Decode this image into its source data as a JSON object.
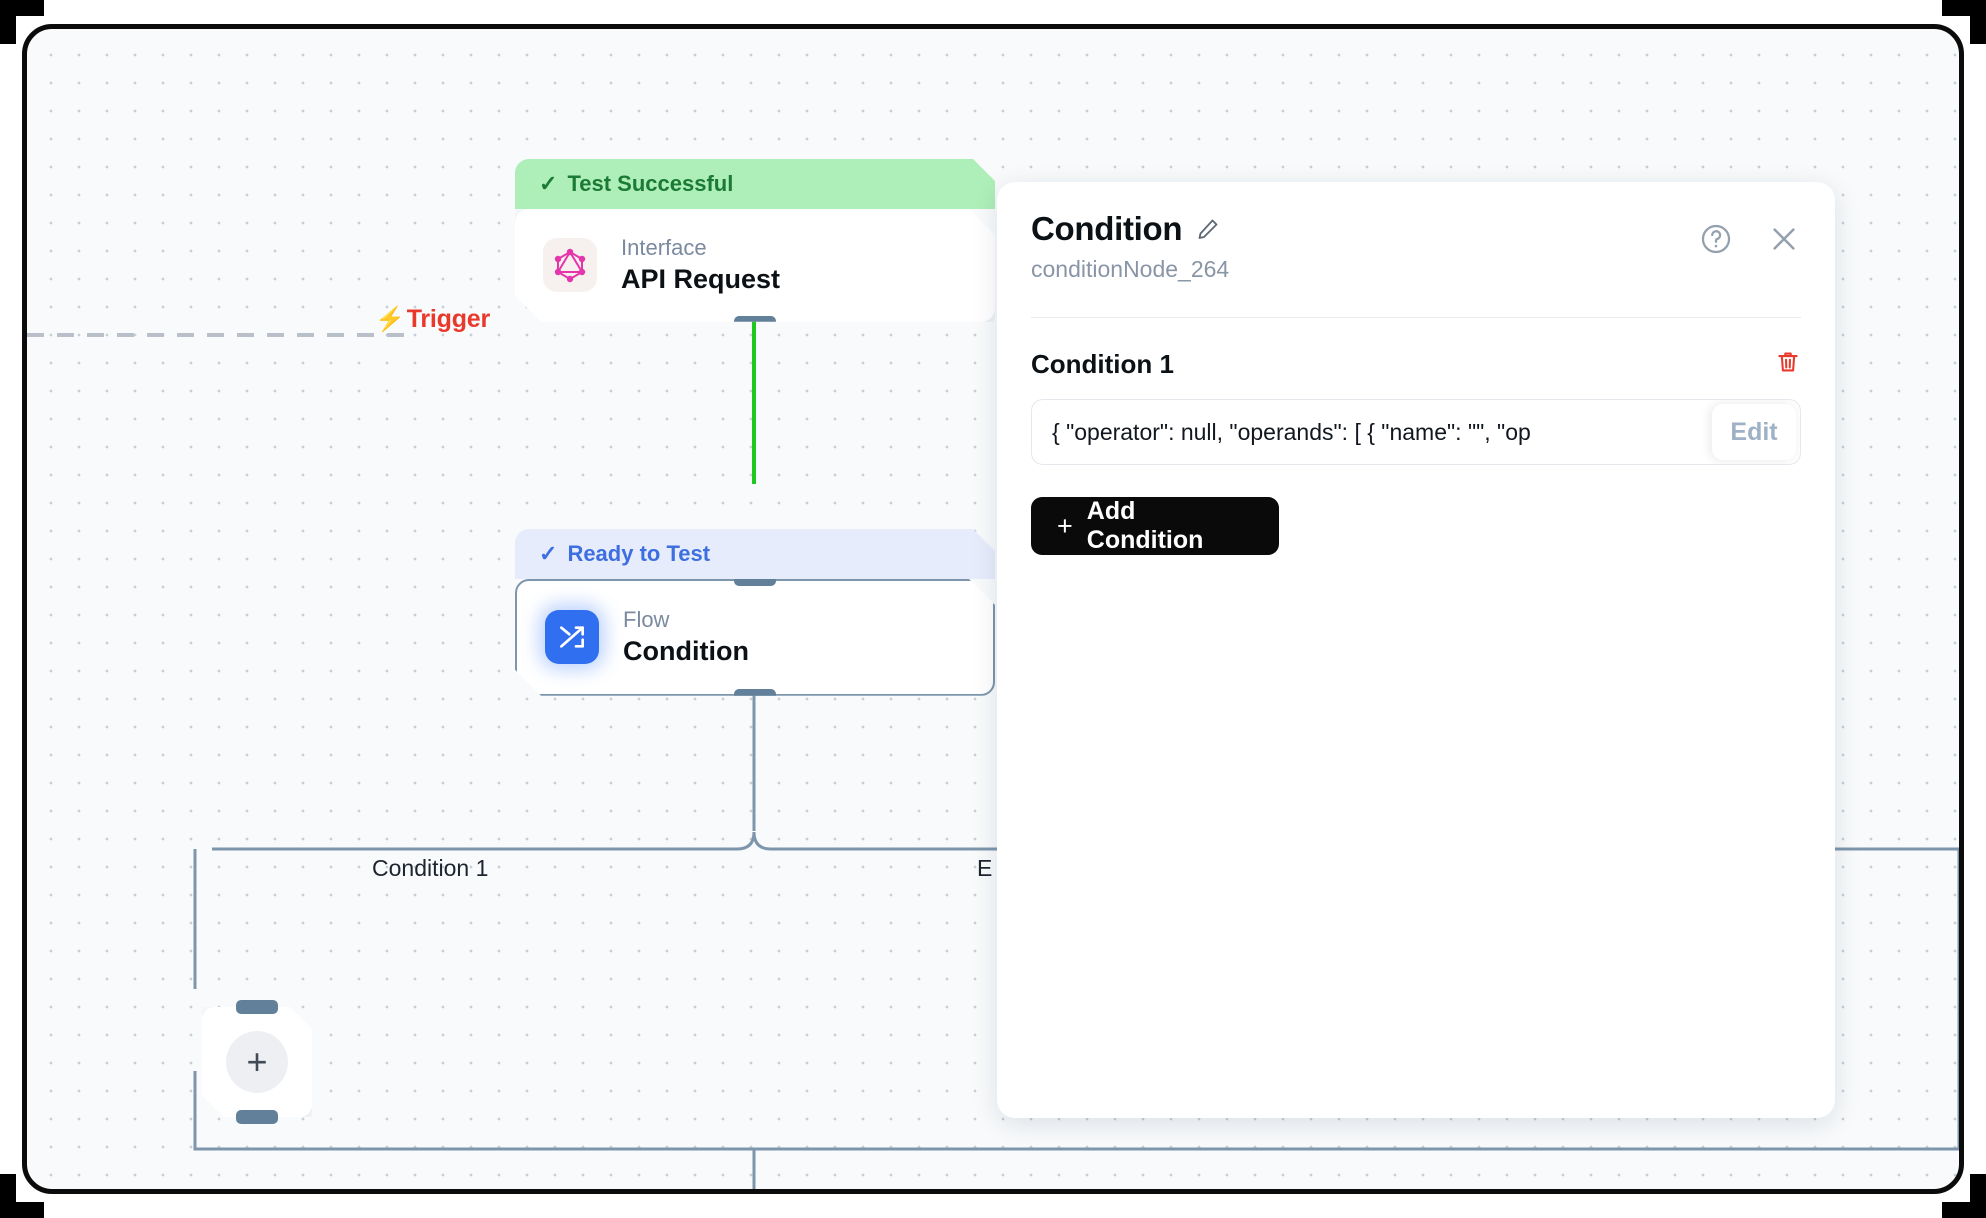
{
  "canvas": {
    "trigger": {
      "label": "Trigger",
      "icon": "lightning-bolt-icon"
    },
    "nodes": [
      {
        "status": "Test Successful",
        "status_state": "success",
        "kind": "Interface",
        "title": "API Request",
        "icon": "graphql-icon"
      },
      {
        "status": "Ready to Test",
        "status_state": "ready",
        "kind": "Flow",
        "title": "Condition",
        "icon": "flow-branch-icon"
      }
    ],
    "edge_labels": [
      "Condition 1",
      "E"
    ],
    "add_node_label": "+"
  },
  "panel": {
    "title": "Condition",
    "edit_icon": "pencil-icon",
    "node_id": "conditionNode_264",
    "help_icon": "question-circle-icon",
    "close_icon": "close-icon",
    "condition": {
      "label": "Condition 1",
      "delete_icon": "trash-icon",
      "value": "{  \"operator\": null,  \"operands\": [   {    \"name\": \"\",    \"op",
      "edit_label": "Edit"
    },
    "add_condition_label": "Add Condition",
    "add_condition_plus": "+"
  },
  "colors": {
    "trigger_red": "#e8392b",
    "success_green": "#aeeeb9",
    "success_text": "#1b7a33",
    "ready_blue_bg": "#e6ecfb",
    "ready_blue_text": "#3d6fe0",
    "edge_green": "#1ec81e",
    "edge_slate": "#7e96ac",
    "flow_icon_blue": "#2f6ff0",
    "graphql_pink": "#e535ab",
    "button_black": "#0a0a0a"
  }
}
